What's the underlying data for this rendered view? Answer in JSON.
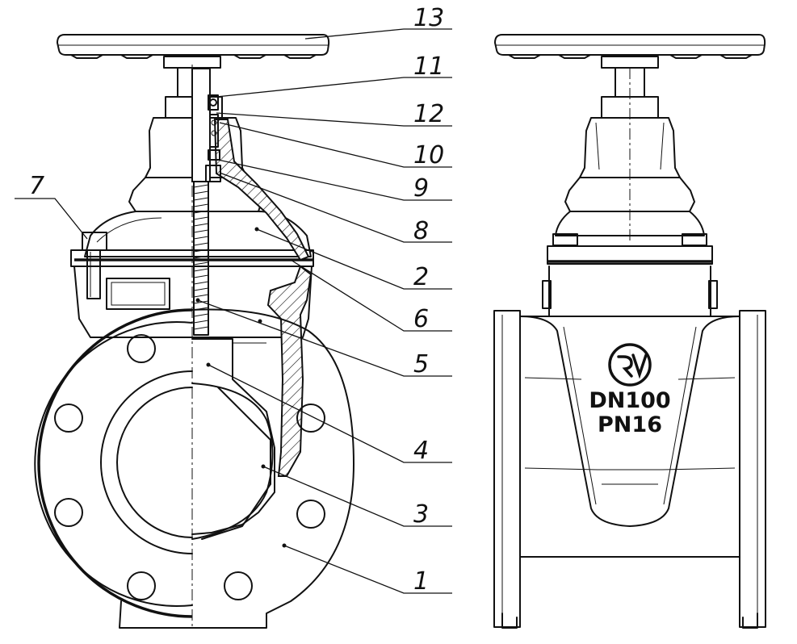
{
  "callouts": [
    {
      "id": "13",
      "label": "13"
    },
    {
      "id": "11",
      "label": "11"
    },
    {
      "id": "12",
      "label": "12"
    },
    {
      "id": "10",
      "label": "10"
    },
    {
      "id": "9",
      "label": "9"
    },
    {
      "id": "8",
      "label": "8"
    },
    {
      "id": "2",
      "label": "2"
    },
    {
      "id": "6",
      "label": "6"
    },
    {
      "id": "5",
      "label": "5"
    },
    {
      "id": "4",
      "label": "4"
    },
    {
      "id": "3",
      "label": "3"
    },
    {
      "id": "1",
      "label": "1"
    },
    {
      "id": "7",
      "label": "7"
    }
  ],
  "body_marking": {
    "size": "DN100",
    "pressure": "PN16"
  }
}
